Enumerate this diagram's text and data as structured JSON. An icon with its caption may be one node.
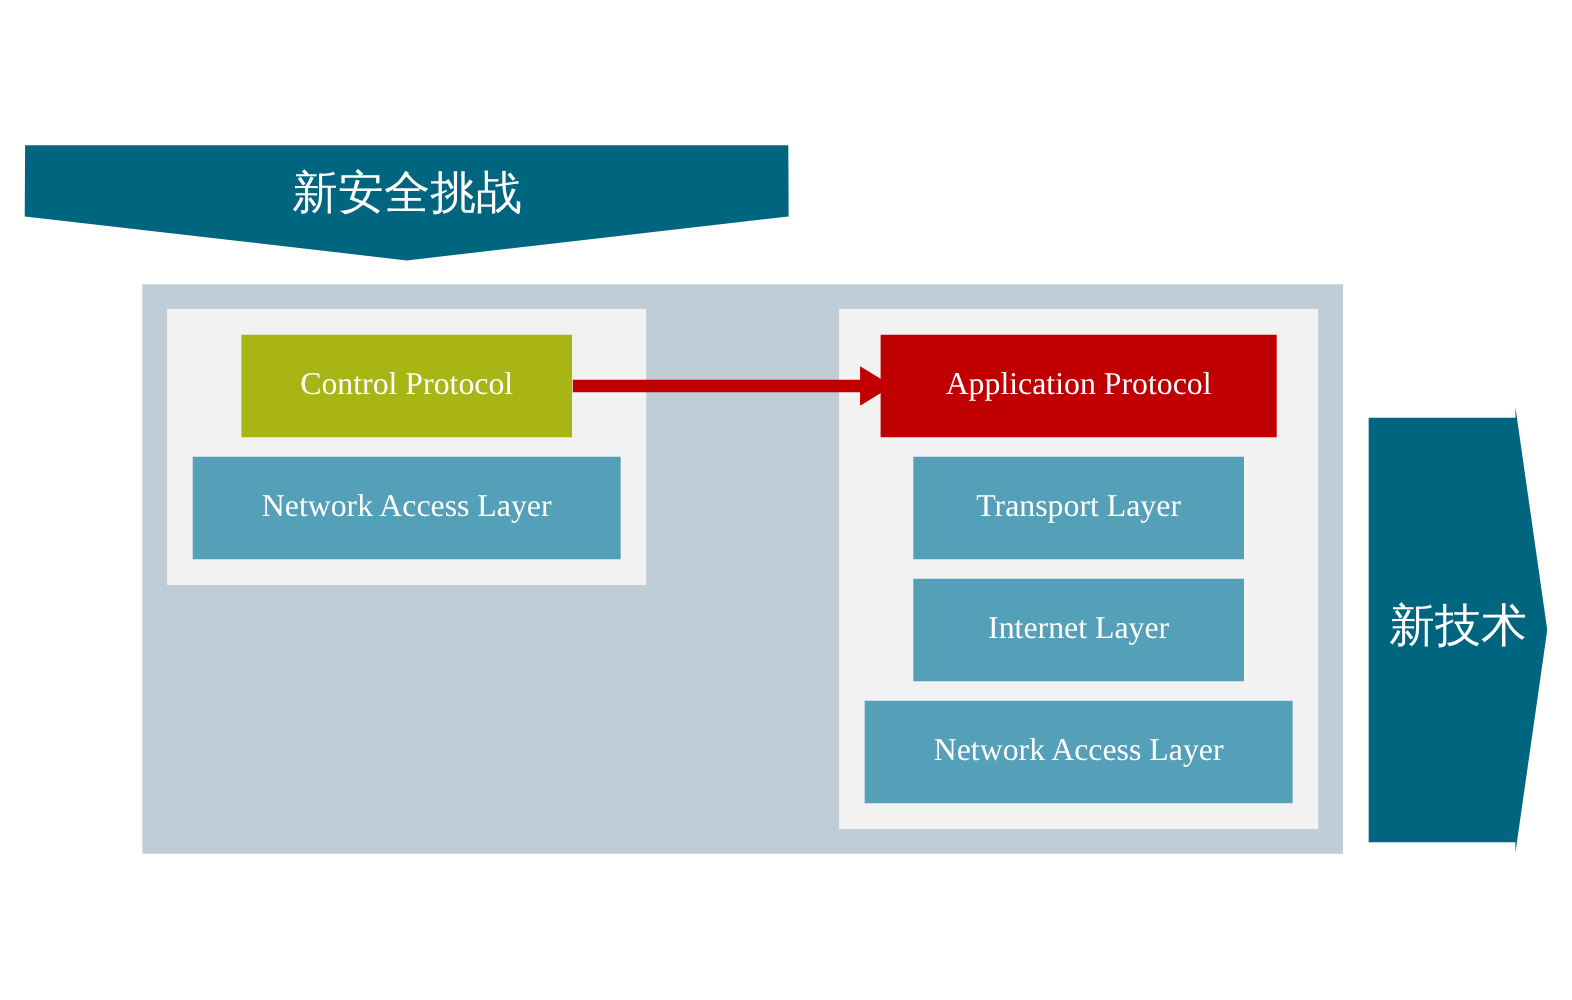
{
  "diagram": {
    "nodes": [
      {
        "text": [],
        "shape": "box"
      },
      {
        "text": [],
        "shape": "box",
        "in": 0
      },
      {
        "text": [
          "Control Protocol"
        ],
        "in": 1
      },
      {
        "text": [
          "Network Access Layer"
        ],
        "in": 1
      },
      {
        "text": [],
        "shape": "box",
        "in": 0
      },
      {
        "text": [
          "Application Protocol"
        ],
        "in": 4
      },
      {
        "text": [
          "Transport Layer"
        ],
        "in": 4
      },
      {
        "text": [
          "Internet Layer"
        ],
        "in": 4
      },
      {
        "text": [
          "Network Access Layer"
        ],
        "in": 4
      },
      {
        "text": [
          "新技术"
        ]
      },
      {
        "text": [
          "新安全挑战"
        ]
      }
    ],
    "edges": [
      {
        "from": 2,
        "to": 5,
        "arrow": "to",
        "color": "#c00000"
      }
    ]
  }
}
